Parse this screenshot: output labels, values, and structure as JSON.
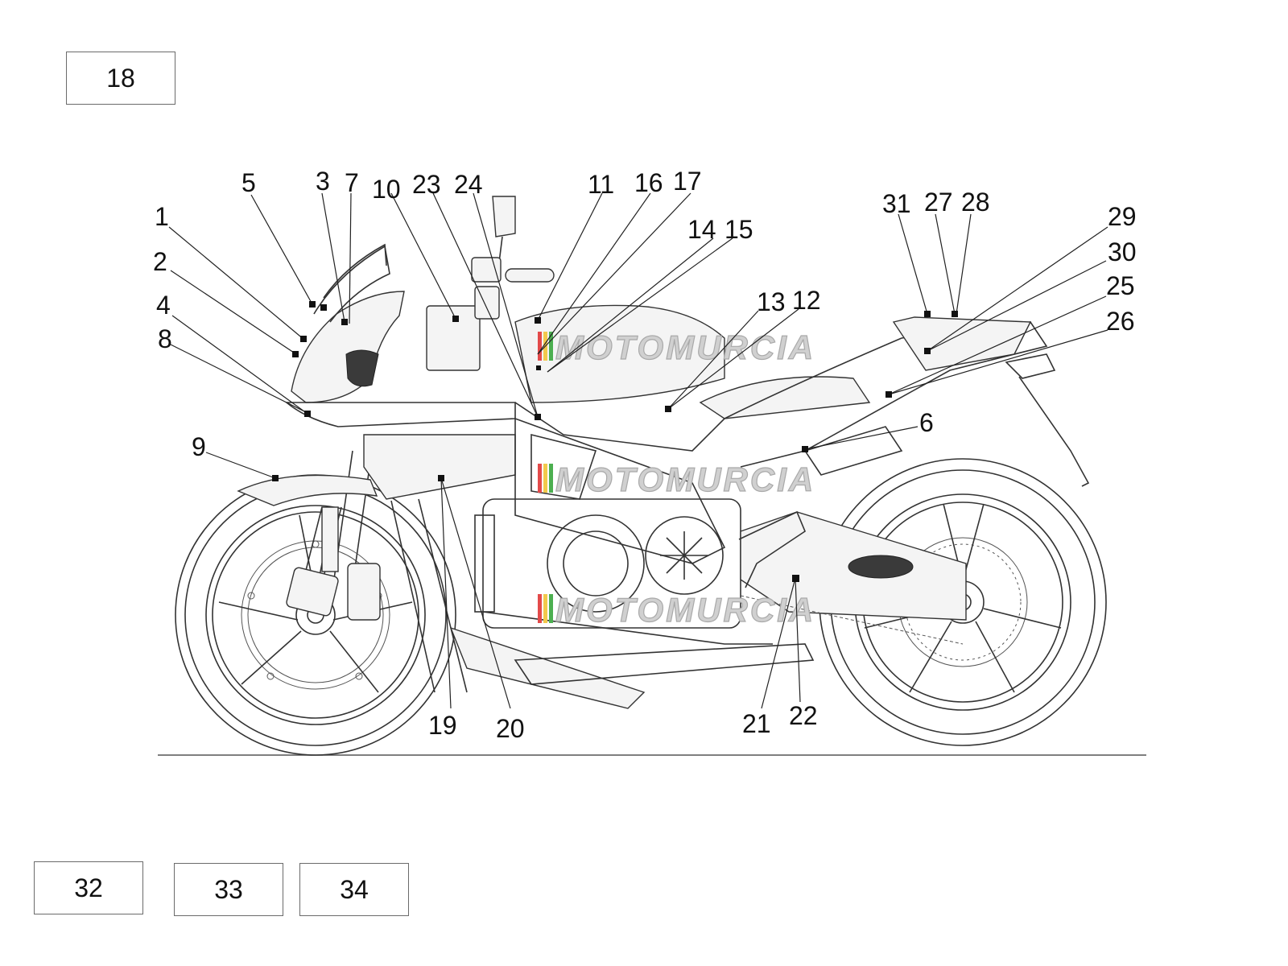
{
  "boxes": {
    "top": "18",
    "bottom_1": "32",
    "bottom_2": "33",
    "bottom_3": "34"
  },
  "callouts": [
    "1",
    "2",
    "3",
    "4",
    "5",
    "6",
    "7",
    "8",
    "9",
    "10",
    "11",
    "12",
    "13",
    "14",
    "15",
    "16",
    "17",
    "19",
    "20",
    "21",
    "22",
    "23",
    "24",
    "25",
    "26",
    "27",
    "28",
    "29",
    "30",
    "31"
  ],
  "watermark": "MOTOMURCIA"
}
